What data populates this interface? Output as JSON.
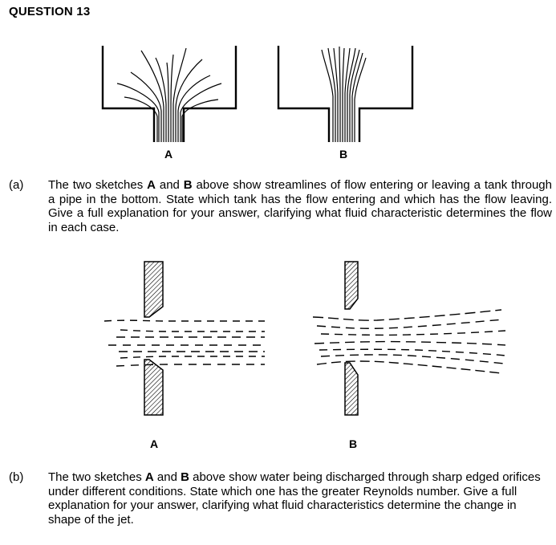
{
  "question_title": "QUESTION 13",
  "figure_a": {
    "label_left": "A",
    "label_right": "B"
  },
  "figure_b": {
    "label_left": "A",
    "label_right": "B"
  },
  "part_a": {
    "label": "(a)",
    "text_pre": "The two sketches ",
    "bold_a": "A",
    "text_mid": " and ",
    "bold_b": "B",
    "text_post": " above show streamlines of flow entering or leaving a tank through a pipe in the bottom.  State which tank has the flow entering and which has the flow leaving.  Give a full explanation for your answer, clarifying what fluid characteristic determines the flow in each case."
  },
  "part_b": {
    "label": "(b)",
    "text_pre": "The two sketches ",
    "bold_a": "A",
    "text_mid": " and ",
    "bold_b": "B",
    "text_post": " above show water being discharged through sharp edged orifices under different conditions.  State which one has the greater Reynolds number.  Give a full explanation for your answer, clarifying what fluid characteristics determine the change in shape of the jet."
  }
}
